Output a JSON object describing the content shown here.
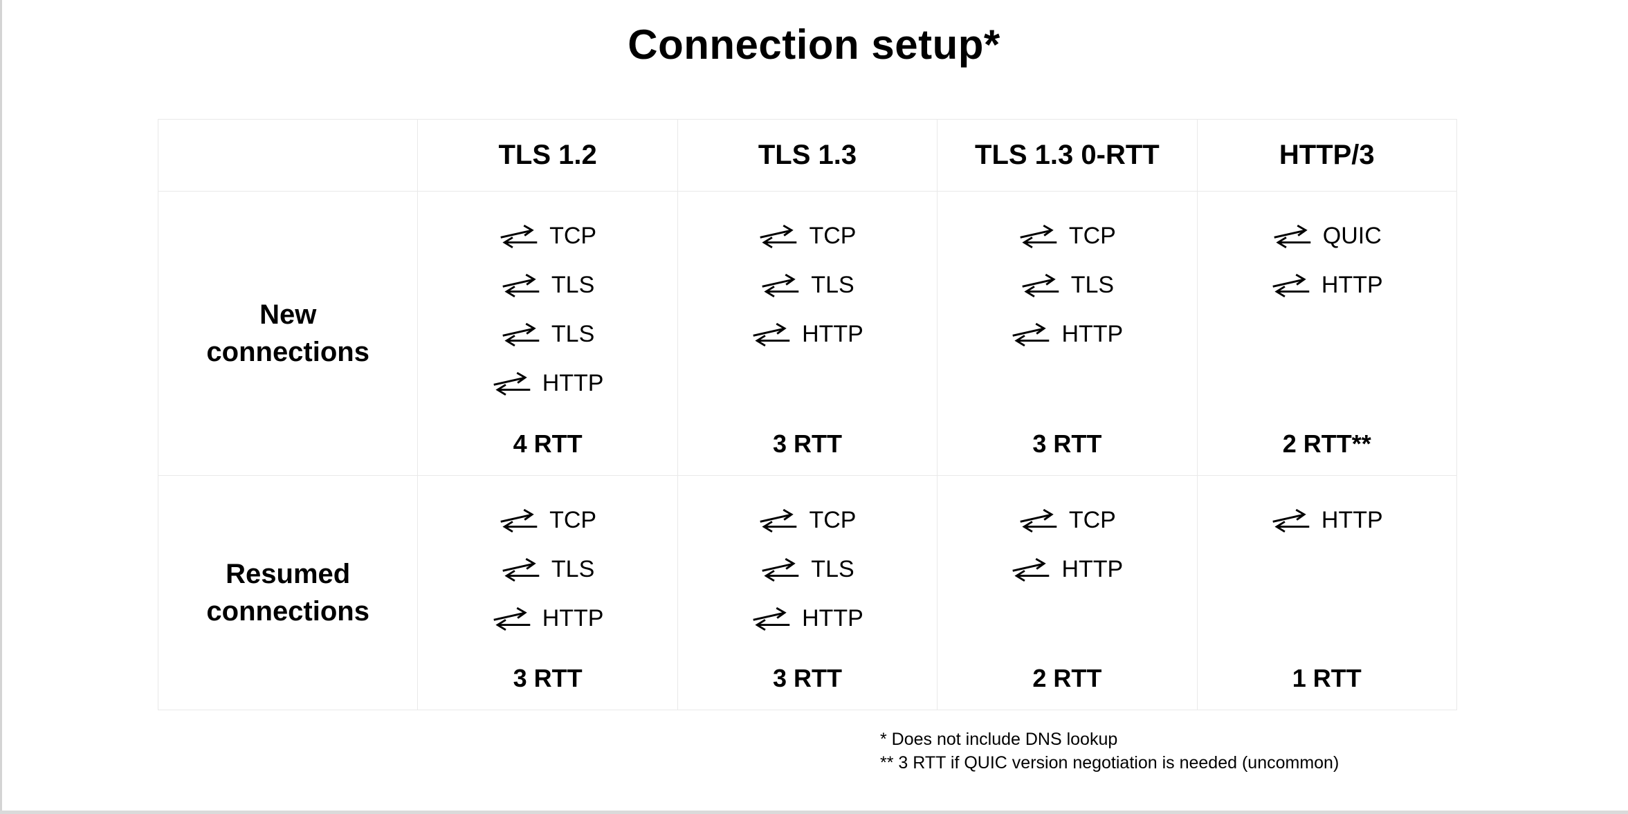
{
  "page": {
    "title": "Connection setup*"
  },
  "table": {
    "column_headers": [
      "",
      "TLS 1.2",
      "TLS 1.3",
      "TLS 1.3 0-RTT",
      "HTTP/3"
    ],
    "rows": [
      {
        "label": "New connections",
        "cells": [
          {
            "steps": [
              "TCP",
              "TLS",
              "TLS",
              "HTTP"
            ],
            "rtt": "4 RTT"
          },
          {
            "steps": [
              "TCP",
              "TLS",
              "HTTP"
            ],
            "rtt": "3 RTT"
          },
          {
            "steps": [
              "TCP",
              "TLS",
              "HTTP"
            ],
            "rtt": "3 RTT"
          },
          {
            "steps": [
              "QUIC",
              "HTTP"
            ],
            "rtt": "2 RTT**"
          }
        ]
      },
      {
        "label": "Resumed connections",
        "cells": [
          {
            "steps": [
              "TCP",
              "TLS",
              "HTTP"
            ],
            "rtt": "3 RTT"
          },
          {
            "steps": [
              "TCP",
              "TLS",
              "HTTP"
            ],
            "rtt": "3 RTT"
          },
          {
            "steps": [
              "TCP",
              "HTTP"
            ],
            "rtt": "2 RTT"
          },
          {
            "steps": [
              "HTTP"
            ],
            "rtt": "1 RTT"
          }
        ]
      }
    ]
  },
  "footnotes": [
    "* Does not include DNS lookup",
    "** 3 RTT if QUIC version negotiation is needed (uncommon)"
  ],
  "icons": {
    "round_trip_arrows": "⇄"
  },
  "colors": {
    "text": "#000000",
    "table_border": "#e9e9e9",
    "slide_edge": "#d4d4d4"
  }
}
